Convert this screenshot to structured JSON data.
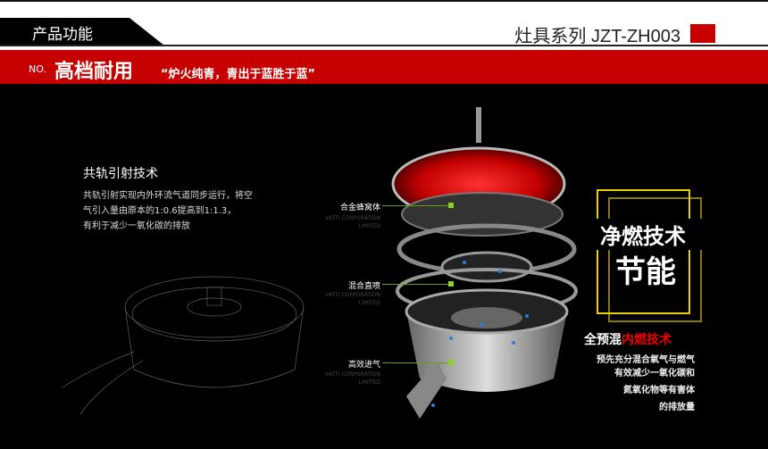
{
  "header": {
    "section_tab": "产品功能",
    "series": "灶具系列  JZT-ZH003",
    "accent": "#c60000"
  },
  "banner": {
    "no": "NO.",
    "title": "高档耐用",
    "quote": "“炉火纯青，青出于蓝胜于蓝”"
  },
  "left": {
    "title": "共轨引射技术",
    "lines": [
      "共轨引射实现内外环流气道同步运行，将空",
      "气引入量由原本的1:0.6提高到1:1.3，",
      "有利于减少一氧化碳的排放"
    ]
  },
  "callouts": [
    {
      "label": "合金蜂窝体",
      "corp": "VATTI CORPORATION LIMITED"
    },
    {
      "label": "混合直喷",
      "corp": "VATTI CORPORATION LIMITED"
    },
    {
      "label": "高效进气",
      "corp": "VATTI CORPORATION LIMITED"
    }
  ],
  "right": {
    "headline1": "净燃技术",
    "headline2": "节能",
    "sub_white": "全预混",
    "sub_red": "内燃技术",
    "desc": [
      "预先充分混合氧气与燃气",
      "有效减少一氧化碳和",
      "氮氧化物等有害体",
      "的排放量"
    ]
  }
}
